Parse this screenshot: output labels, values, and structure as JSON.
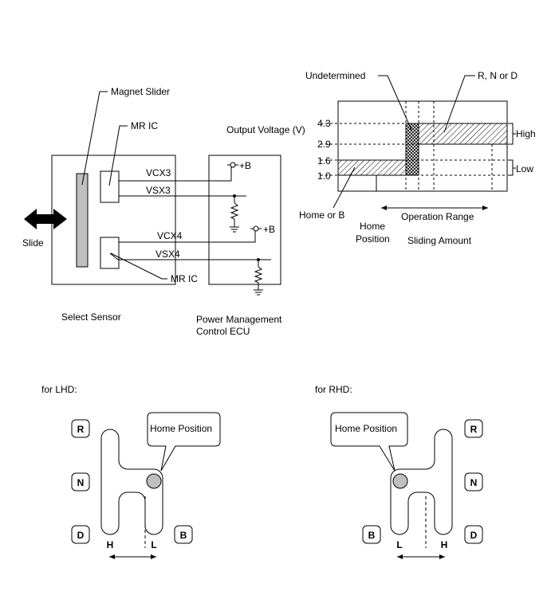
{
  "sensor": {
    "magnet_slider_label": "Magnet Slider",
    "mr_ic_top_label": "MR IC",
    "mr_ic_bottom_label": "MR IC",
    "slide_label": "Slide",
    "select_sensor_label": "Select Sensor",
    "signals": [
      "VCX3",
      "VSX3",
      "VCX4",
      "VSX4"
    ],
    "supply_label": "+B",
    "ecu_label_line1": "Power Management",
    "ecu_label_line2": "Control ECU"
  },
  "graph": {
    "y_label": "Output Voltage (V)",
    "y_ticks": [
      "4.3",
      "2.9",
      "1.6",
      "1.0"
    ],
    "undetermined_label": "Undetermined",
    "rnd_label": "R, N or D",
    "high_label": "High",
    "low_label": "Low",
    "home_b_label": "Home or B",
    "home_position_line1": "Home",
    "home_position_line2": "Position",
    "operation_range_label": "Operation Range",
    "sliding_amount_label": "Sliding Amount"
  },
  "lhd": {
    "title": "for LHD:",
    "callout": "Home Position",
    "keys": [
      "R",
      "N",
      "D",
      "B"
    ],
    "h_label": "H",
    "l_label": "L"
  },
  "rhd": {
    "title": "for RHD:",
    "callout": "Home Position",
    "keys": [
      "R",
      "N",
      "B",
      "D"
    ],
    "h_label": "H",
    "l_label": "L"
  }
}
